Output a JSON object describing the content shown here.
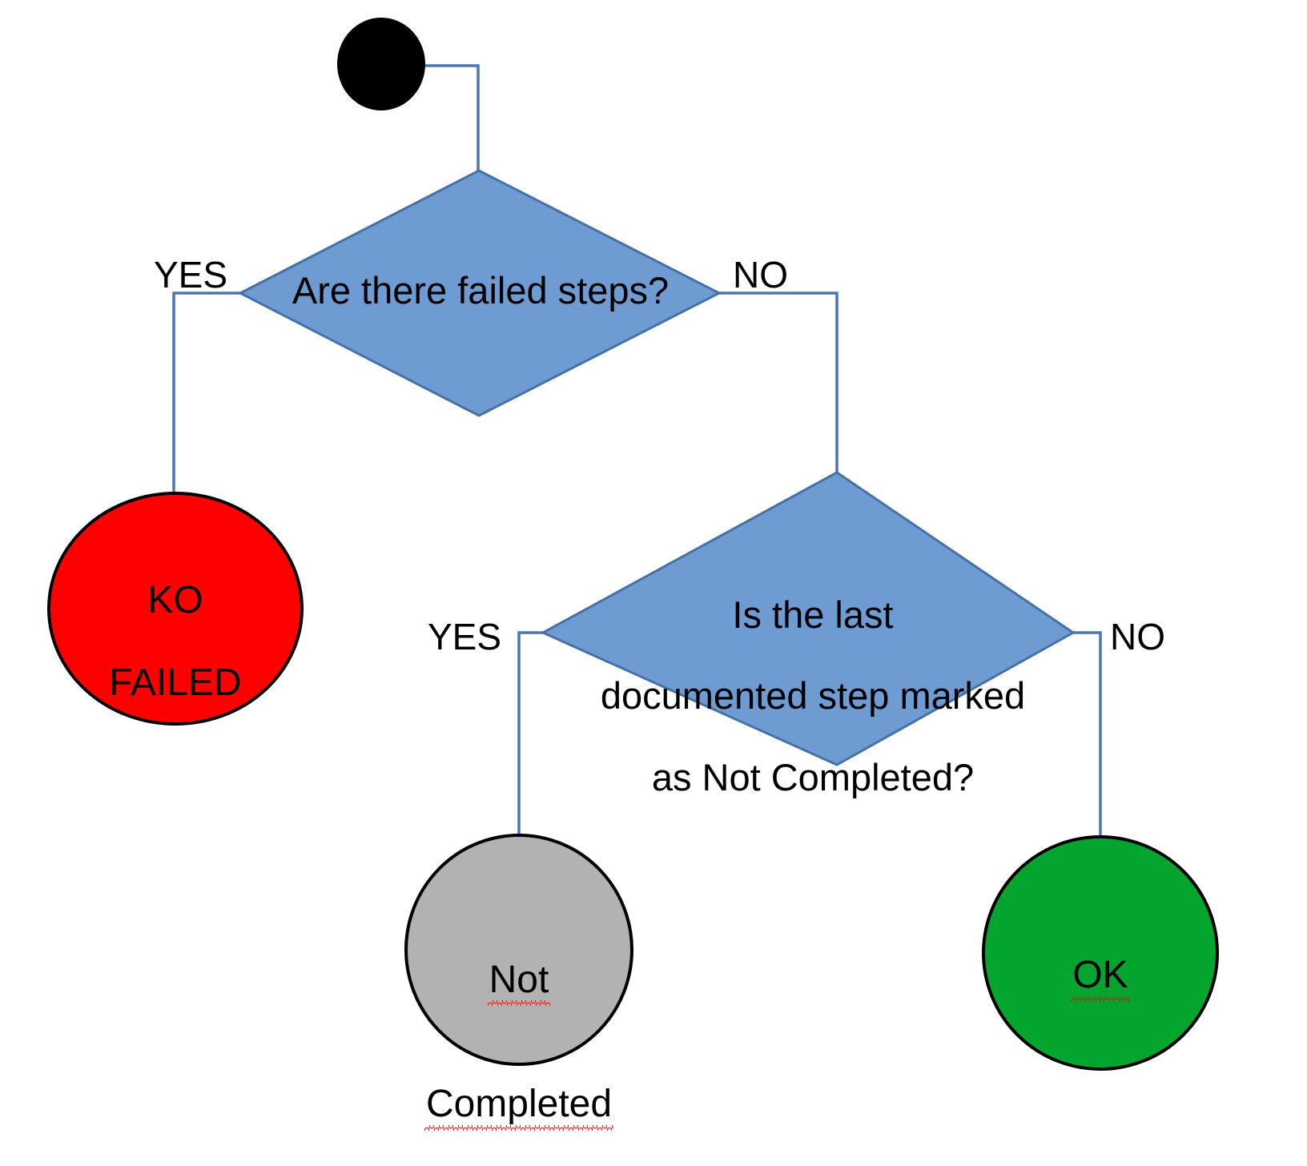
{
  "diagram": {
    "title": "Test execution result decision flowchart",
    "colors": {
      "decision_fill": "#6d9bd2",
      "decision_stroke": "#4472a8",
      "connector": "#4a77b4",
      "start_fill": "#000000",
      "failed_fill": "#ff0000",
      "not_completed_fill": "#b2b2b2",
      "ok_fill": "#04a52f",
      "node_stroke": "#000000",
      "text": "#000000",
      "spellcheck_underline": "#ff0000"
    },
    "nodes": [
      {
        "id": "start",
        "shape": "circle",
        "label": "",
        "fill": "#000000",
        "name": "start-node"
      },
      {
        "id": "decision-failed-steps",
        "shape": "diamond",
        "label": "Are there failed steps?",
        "fill": "#6d9bd2",
        "name": "decision-are-there-failed-steps"
      },
      {
        "id": "end-ko-failed",
        "shape": "circle",
        "label": "KO\nFAILED",
        "fill": "#ff0000",
        "name": "end-node-ko-failed"
      },
      {
        "id": "decision-last-step",
        "shape": "diamond",
        "label": "Is the last\ndocumented step marked\nas Not Completed?",
        "fill": "#6d9bd2",
        "name": "decision-is-last-documented-step-not-completed"
      },
      {
        "id": "end-not-completed",
        "shape": "circle",
        "label": "Not\nCompleted",
        "fill": "#b2b2b2",
        "name": "end-node-not-completed"
      },
      {
        "id": "end-ok",
        "shape": "circle",
        "label": "OK",
        "fill": "#04a52f",
        "name": "end-node-ok"
      }
    ],
    "edges": [
      {
        "id": "start-to-d1",
        "from": "start",
        "to": "decision-failed-steps",
        "label": ""
      },
      {
        "id": "d1-yes",
        "from": "decision-failed-steps",
        "to": "end-ko-failed",
        "label": "YES"
      },
      {
        "id": "d1-no",
        "from": "decision-failed-steps",
        "to": "decision-last-step",
        "label": "NO"
      },
      {
        "id": "d2-yes",
        "from": "decision-last-step",
        "to": "end-not-completed",
        "label": "YES"
      },
      {
        "id": "d2-no",
        "from": "decision-last-step",
        "to": "end-ok",
        "label": "NO"
      }
    ],
    "labels": {
      "d1_yes": "YES",
      "d1_no": "NO",
      "d2_yes": "YES",
      "d2_no": "NO",
      "d1_text": "Are there failed steps?",
      "d2_line1": "Is the last",
      "d2_line2": "documented step marked",
      "d2_line3": "as Not Completed?",
      "ko_line1": "KO",
      "ko_line2": "FAILED",
      "nc_line1": "Not",
      "nc_line2": "Completed",
      "ok_text": "OK"
    }
  }
}
